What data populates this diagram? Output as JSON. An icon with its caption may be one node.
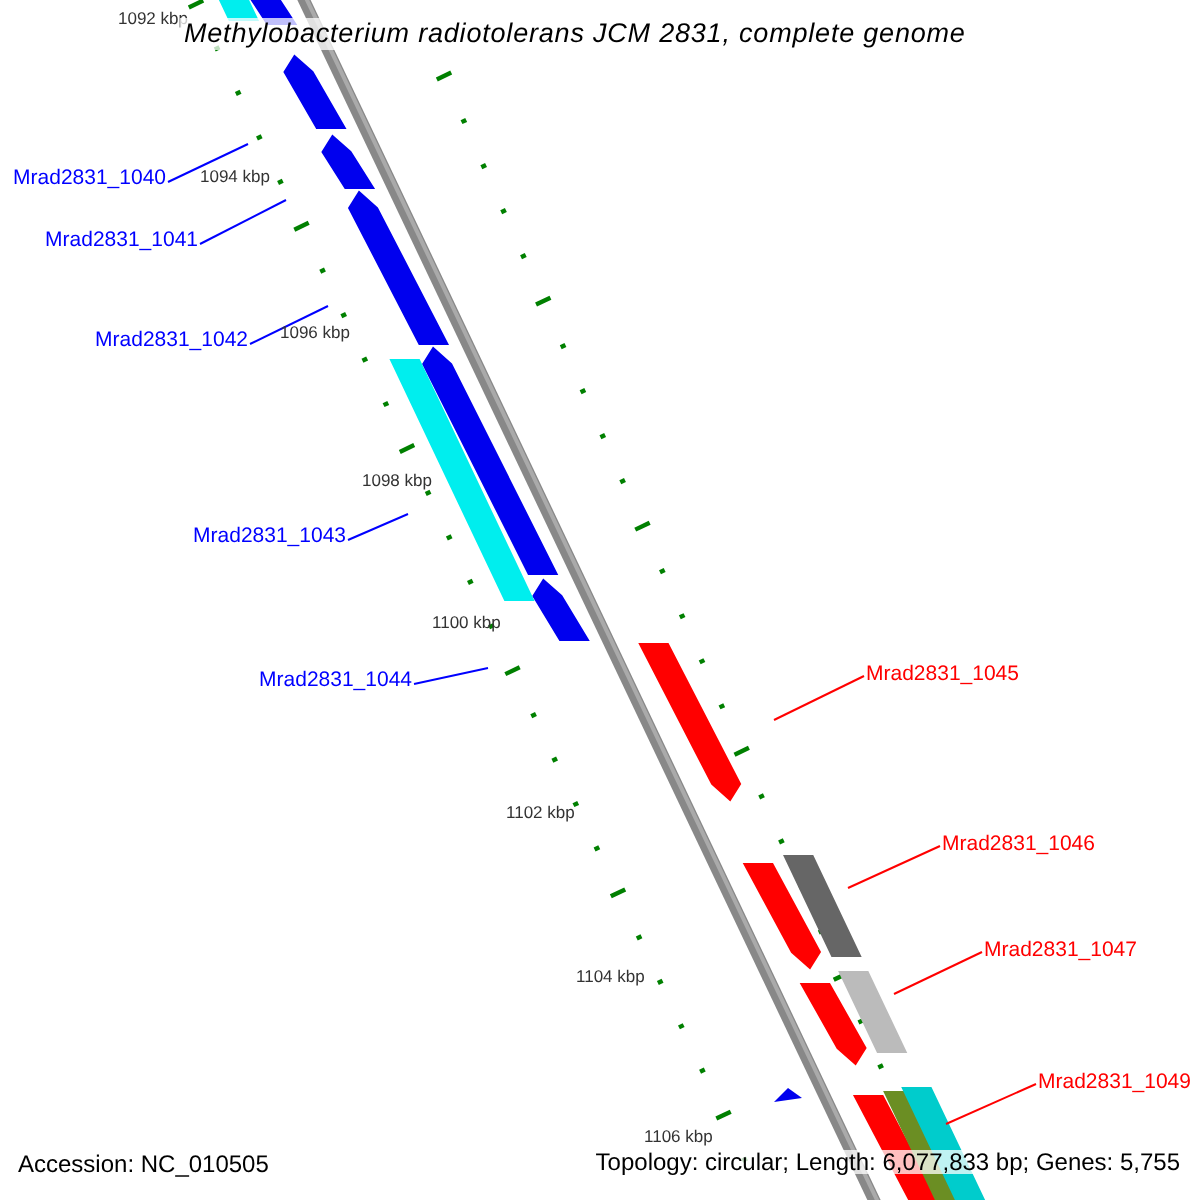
{
  "diagram": {
    "title": "Methylobacterium radiotolerans JCM 2831, complete genome",
    "nodes": [
      {
        "text": [
          "Mrad2831_1040"
        ]
      },
      {
        "text": [
          "Mrad2831_1041"
        ]
      },
      {
        "text": [
          "Mrad2831_1042"
        ]
      },
      {
        "text": [
          "Mrad2831_1043"
        ]
      },
      {
        "text": [
          "Mrad2831_1044"
        ]
      },
      {
        "text": [
          "Mrad2831_1045"
        ]
      },
      {
        "text": [
          "Mrad2831_1046"
        ]
      },
      {
        "text": [
          "Mrad2831_1047"
        ]
      },
      {
        "text": [
          "Mrad2831_1049"
        ]
      }
    ],
    "edges": [
      {
        "from": 0,
        "to": null,
        "arrow": "none",
        "color": "#0000ff"
      },
      {
        "from": 1,
        "to": null,
        "arrow": "none",
        "color": "#0000ff"
      },
      {
        "from": 2,
        "to": null,
        "arrow": "none",
        "color": "#0000ff"
      },
      {
        "from": 3,
        "to": null,
        "arrow": "none",
        "color": "#0000ff"
      },
      {
        "from": 4,
        "to": null,
        "arrow": "none",
        "color": "#0000ff"
      },
      {
        "from": 5,
        "to": null,
        "arrow": "none",
        "color": "#ff0000"
      },
      {
        "from": 6,
        "to": null,
        "arrow": "none",
        "color": "#ff0000"
      },
      {
        "from": 7,
        "to": null,
        "arrow": "none",
        "color": "#ff0000"
      },
      {
        "from": 8,
        "to": null,
        "arrow": "none",
        "color": "#ff0000"
      }
    ],
    "labels": [
      "1092 kbp",
      "1094 kbp",
      "1096 kbp",
      "1098 kbp",
      "1100 kbp",
      "1102 kbp",
      "1104 kbp",
      "1106 kbp",
      "Accession: NC_010505",
      "Topology: circular; Length: 6,077,833 bp; Genes: 5,755"
    ]
  }
}
